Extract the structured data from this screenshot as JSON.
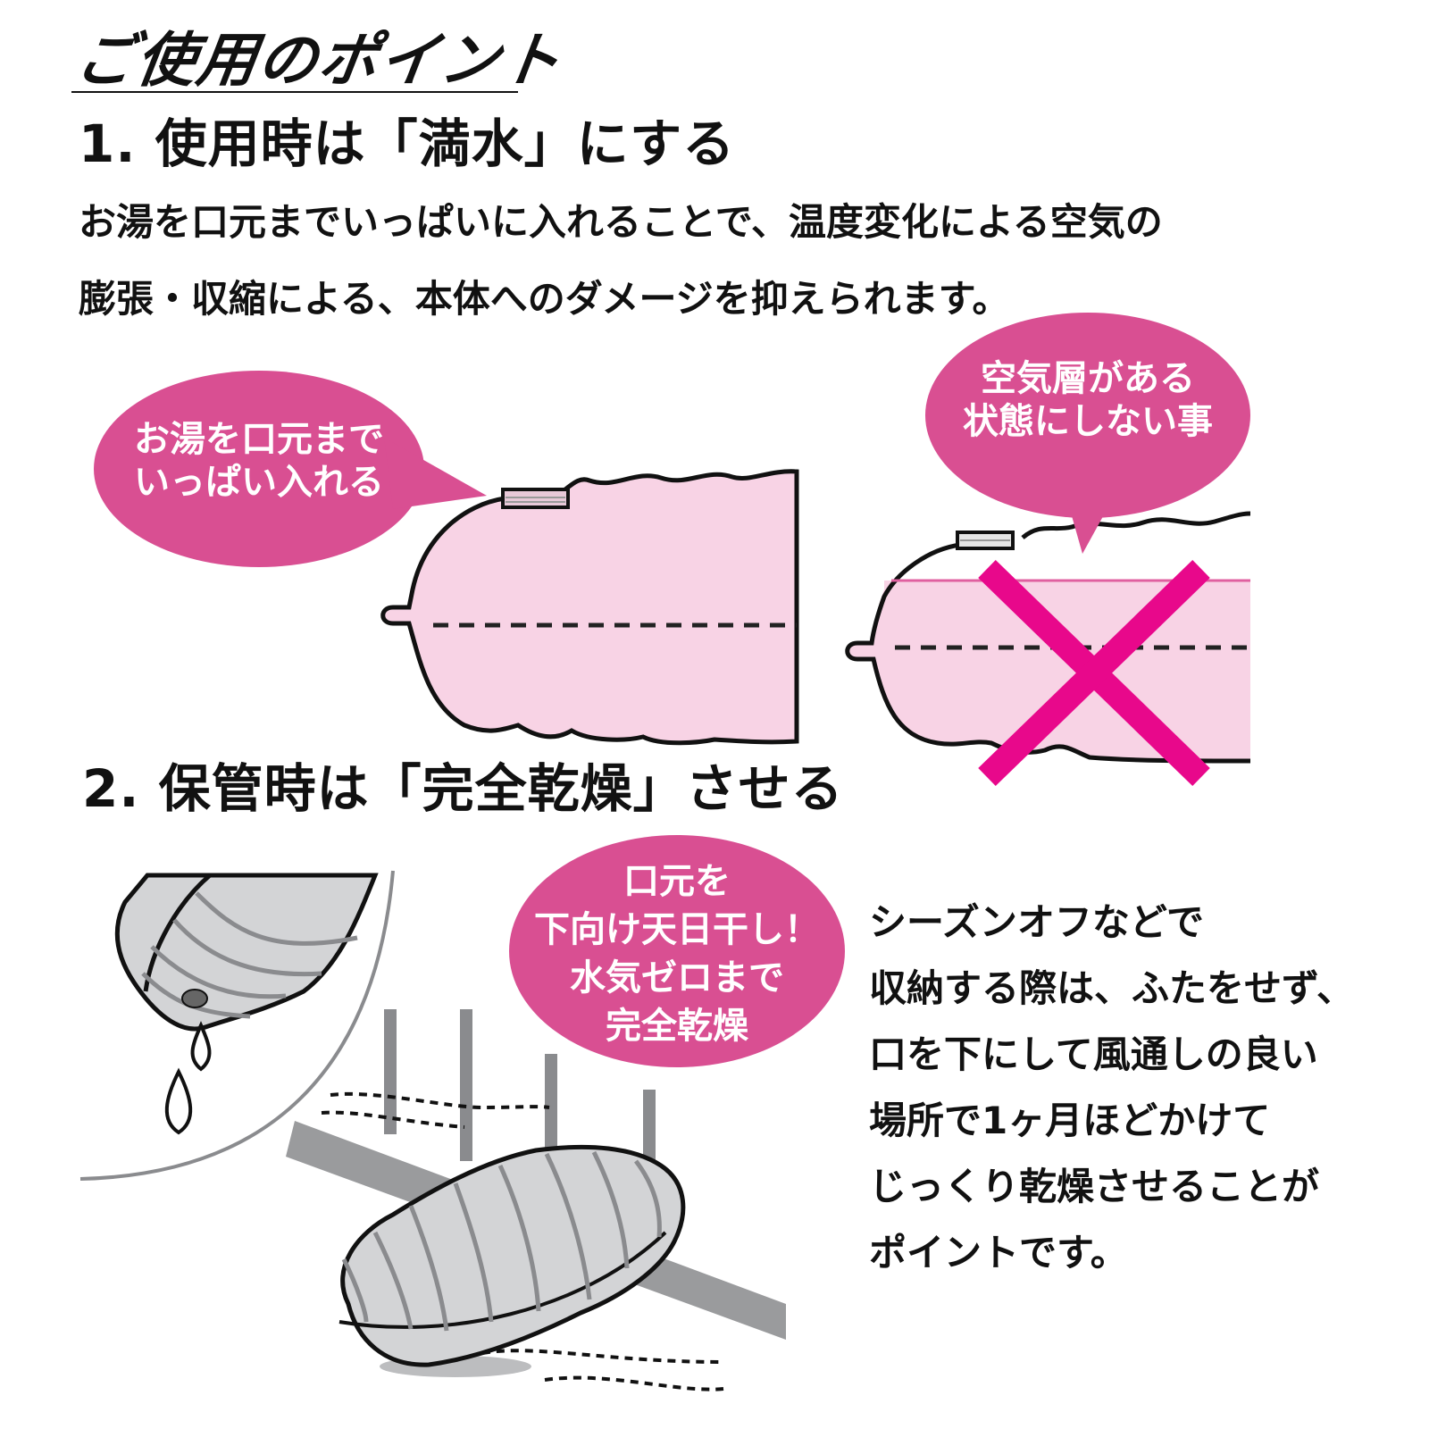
{
  "page": {
    "title": "ご使用のポイント"
  },
  "colors": {
    "bubble_pink": "#d94f92",
    "body_pink": "#f8d3e5",
    "cross_magenta": "#e8088b",
    "water_line": "#e060a0",
    "gray_fill": "#d3d4d6",
    "gray_rib": "#8a8b8e",
    "rack_gray": "#9a9b9d"
  },
  "section1": {
    "heading": "1. 使用時は「満水」にする",
    "lines": [
      "お湯を口元までいっぱいに入れることで、温度変化による空気の",
      "膨張・収縮による、本体へのダメージを抑えられます。"
    ],
    "bubble_good": [
      "お湯を口元まで",
      "いっぱい入れる"
    ],
    "bubble_bad": [
      "空気層がある",
      "状態にしない事"
    ]
  },
  "section2": {
    "heading": "2. 保管時は「完全乾燥」させる",
    "bubble": [
      "口元を",
      "下向け天日干し！",
      "水気ゼロまで",
      "完全乾燥"
    ],
    "lines": [
      "シーズンオフなどで",
      "収納する際は、ふたをせず、",
      "口を下にして風通しの良い",
      "場所で1ヶ月ほどかけて",
      "じっくり乾燥させることが",
      "ポイントです。"
    ]
  },
  "illustrations": {
    "good_bottle": "hot-water-bottle-full-icon",
    "bad_bottle": "hot-water-bottle-air-layer-icon",
    "cross": "x-mark-icon",
    "drying_bottle": "hot-water-bottle-drying-icon",
    "water_drops": "water-drop-icon"
  }
}
